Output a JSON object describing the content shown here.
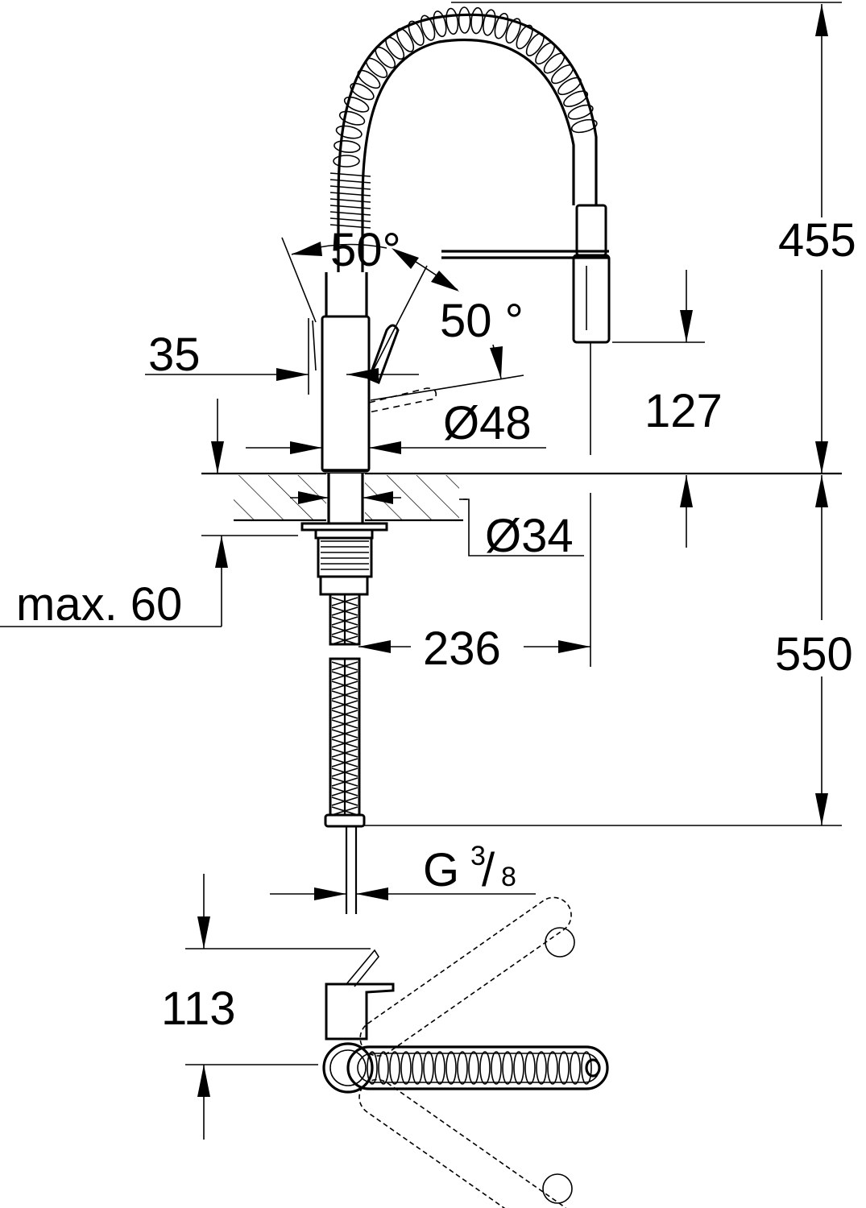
{
  "diagram": {
    "dimensions": {
      "spout_height": "455",
      "under_counter_height": "550",
      "spray_drop": "127",
      "lever_angle_top": "50°",
      "lever_angle_side": "50 °",
      "lever_offset": "35",
      "body_diameter": "Ø48",
      "hole_diameter": "Ø34",
      "counter_thickness": "max. 60",
      "reach": "236",
      "thread_base": "G",
      "thread_num": "3",
      "thread_den": "8",
      "top_view_offset": "113"
    },
    "colors": {
      "line": "#000000",
      "background": "#ffffff"
    }
  }
}
